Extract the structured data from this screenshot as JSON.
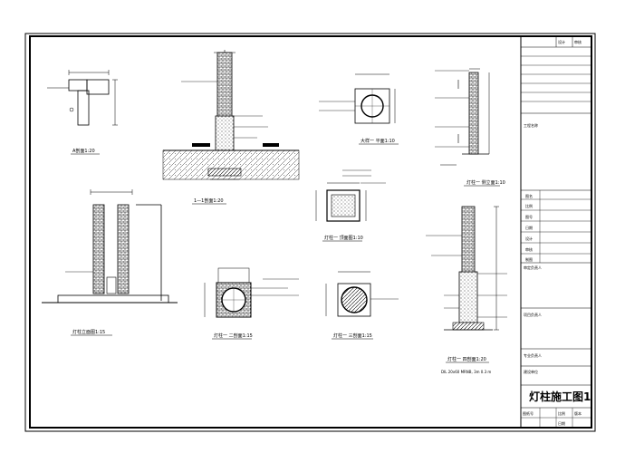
{
  "drawing": {
    "views": [
      {
        "id": "a-elevation",
        "caption": "A剖面1:20"
      },
      {
        "id": "section-1-1",
        "caption": "1—1剖面1:20"
      },
      {
        "id": "plan-b",
        "caption": "大样一 平面1:10"
      },
      {
        "id": "lamp-side",
        "caption": "灯柱一 侧立面1:10"
      },
      {
        "id": "plan-detail",
        "caption": "灯柱一 顶面图1:10"
      },
      {
        "id": "front-elevation",
        "caption": "灯柱立面图1:15"
      },
      {
        "id": "section-2-2",
        "caption": "灯柱一 二剖面1:15"
      },
      {
        "id": "section-3-3",
        "caption": "灯柱一 三剖面1:15"
      },
      {
        "id": "section-4-4",
        "caption": "灯柱一 四剖面1:20"
      }
    ],
    "footnote": "DIL 20x60 MRNB, 3m  0.3 m"
  },
  "title_block": {
    "header_cells": [
      "设计",
      "审核"
    ],
    "labels": [
      "图名",
      "比例",
      "图号",
      "日期",
      "设计",
      "审核",
      "制图"
    ],
    "section_labels": [
      "工程名称",
      "审定负责人",
      "项目负责人",
      "专业负责人",
      "建设单位"
    ],
    "drawing_title": "灯柱施工图1",
    "bottom_cells": [
      "图纸号",
      "比例",
      "日期",
      "版本"
    ]
  },
  "colors": {
    "ink": "#000000",
    "paper": "#ffffff"
  }
}
